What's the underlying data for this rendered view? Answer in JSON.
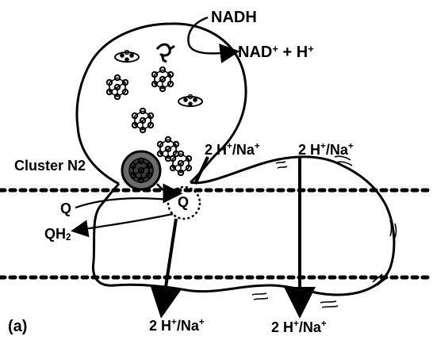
{
  "labels": {
    "nadh": "NADH",
    "nad_plus": "NAD",
    "nad_plus_sup": "+",
    "nad_tail": " + H",
    "h_plus_sup": "+",
    "cluster": "Cluster N2",
    "q_left": "Q",
    "q_circle": "Q",
    "qh2_main": "QH",
    "qh2_sub": "2",
    "panel": "(a)",
    "top_mid_pre": "2 H",
    "top_mid_sup": "+",
    "top_mid_post": "/Na",
    "top_mid_sup2": "+",
    "top_right_pre": "2 H",
    "top_right_sup": "+",
    "top_right_post": "/Na",
    "top_right_sup2": "+",
    "bot_mid_pre": "2 H",
    "bot_mid_sup": "+",
    "bot_mid_post": "/Na",
    "bot_mid_sup2": "+",
    "bot_right_pre": "2 H",
    "bot_right_sup": "+",
    "bot_right_post": "/Na",
    "bot_right_sup2": "+"
  },
  "colors": {
    "ink": "#000000",
    "cluster_fill": "#6a6a6a",
    "cluster_inner": "#3a3a3a"
  },
  "icons": {
    "fes_cluster": "iron-sulfur-cluster-icon",
    "fmn": "flavin-icon"
  }
}
